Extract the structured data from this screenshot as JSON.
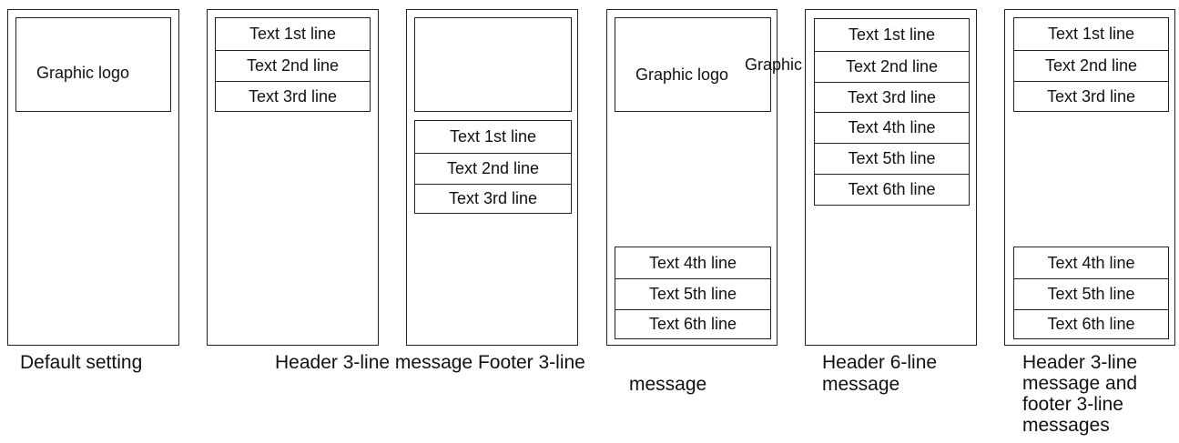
{
  "logo": {
    "label": "Graphic logo"
  },
  "panels": {
    "default": {
      "caption": "Default setting"
    },
    "header3": {
      "lines": [
        "Text 1st line",
        "Text 2nd line",
        "Text 3rd line"
      ]
    },
    "footer3": {
      "lines": [
        "Text 1st line",
        "Text 2nd line",
        "Text 3rd line"
      ]
    },
    "logo_footer": {
      "lines": [
        "Text 4th line",
        "Text 5th line",
        "Text 6th line"
      ]
    },
    "header6": {
      "lines": [
        "Text 1st line",
        "Text 2nd line",
        "Text 3rd line",
        "Text 4th line",
        "Text 5th line",
        "Text 6th line"
      ],
      "caption_line1": "Header 6-line",
      "caption_line2": "message"
    },
    "header_footer": {
      "header_lines": [
        "Text 1st line",
        "Text 2nd line",
        "Text 3rd line"
      ],
      "footer_lines": [
        "Text 4th line",
        "Text 5th line",
        "Text 6th line"
      ],
      "caption_lines": [
        "Header 3-line",
        "message and",
        "footer 3-line",
        "messages"
      ]
    }
  },
  "captions": {
    "middle_line1": "Header 3-line message Footer 3-line",
    "middle_line2": "message"
  }
}
